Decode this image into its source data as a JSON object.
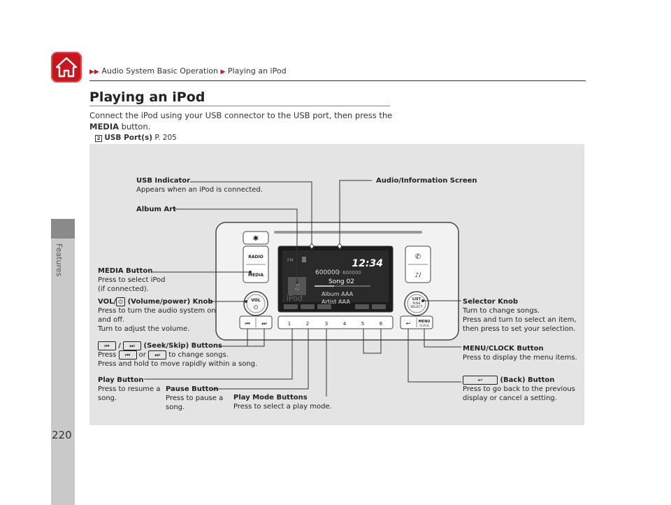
{
  "breadcrumb": {
    "part1": "Audio System Basic Operation",
    "part2": "Playing an iPod"
  },
  "sidebar": {
    "label": "Features"
  },
  "page": {
    "number": "220"
  },
  "title": "Playing an iPod",
  "intro": {
    "text_before": "Connect the iPod using your USB connector to the USB port, then press the ",
    "bold": "MEDIA",
    "text_after": " button."
  },
  "xref": {
    "label": "USB Port(s)",
    "page": "P. 205"
  },
  "screen": {
    "clock": "12:34",
    "track_count": "600000",
    "track_total": "600000",
    "song": "Song 02",
    "album": "Album AAA",
    "artist": "Artist AAA",
    "source": "iPod",
    "band": "FM"
  },
  "head_unit": {
    "radio_label": "RADIO",
    "media_label": "MEDIA",
    "vol_label": "VOL",
    "list_label": "LIST",
    "push_label": "PUSH",
    "select_label": "SELECT",
    "menu_label": "MENU",
    "clock_label": "CLOCK",
    "presets": [
      "1",
      "2",
      "3",
      "4",
      "5",
      "6"
    ]
  },
  "callouts": {
    "usb_indicator": {
      "title": "USB Indicator",
      "desc": "Appears when an iPod is connected."
    },
    "audio_screen": {
      "title": "Audio/Information Screen"
    },
    "album_art": {
      "title": "Album Art"
    },
    "media_button": {
      "title": "MEDIA Button",
      "desc1": "Press to select iPod",
      "desc2": "(if connected)."
    },
    "vol_knob": {
      "title_a": "VOL/",
      "title_b": " (Volume/power) Knob",
      "desc1": "Press to turn the audio system on",
      "desc2": "and off.",
      "desc3": "Turn to adjust the volume."
    },
    "seek_skip": {
      "title": " (Seek/Skip) Buttons",
      "desc1a": "Press ",
      "desc1b": " or ",
      "desc1c": " to change songs.",
      "desc2": "Press and hold to move rapidly within a song."
    },
    "play_button": {
      "title": "Play Button",
      "desc1": "Press to resume a",
      "desc2": "song."
    },
    "pause_button": {
      "title": "Pause Button",
      "desc1": "Press to pause a",
      "desc2": "song."
    },
    "play_mode": {
      "title": "Play Mode Buttons",
      "desc": "Press to select a play mode."
    },
    "selector_knob": {
      "title": "Selector Knob",
      "desc1": "Turn to change songs.",
      "desc2": "Press and turn to select an item,",
      "desc3": "then press to set your selection."
    },
    "menu_clock": {
      "title": "MENU/CLOCK Button",
      "desc": "Press to display the menu items."
    },
    "back_button": {
      "title": " (Back) Button",
      "desc1": "Press to go back to the previous",
      "desc2": "display or cancel a setting."
    }
  },
  "colors": {
    "brand_red": "#c8161e",
    "panel_bg": "#e4e4e4",
    "screen_bg": "#1c1c1c"
  }
}
